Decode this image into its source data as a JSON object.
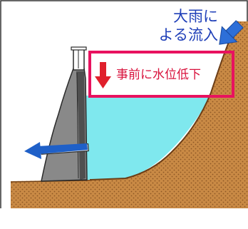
{
  "labels": {
    "inflow_line1": "大雨に",
    "inflow_line2": "よる流入",
    "drawdown": "事前に水位低下"
  },
  "colors": {
    "water": "#7fe8ee",
    "dam_body": "#898989",
    "dam_dark": "#4f4f4f",
    "dam_outline": "#2a2a2a",
    "ground": "#c98a45",
    "ground_edge": "#6b3d16",
    "box_border": "#e8125f",
    "drawdown_arrow": "#e0202c",
    "inflow_arrow": "#2d6fd8",
    "outflow_arrow": "#1f60c8",
    "frame": "#333333",
    "label_inflow": "#1f3fb8",
    "label_drawdown": "#d8123c"
  },
  "icons": {
    "inflow": "down-left-arrow-icon",
    "drawdown": "down-arrow-icon",
    "outflow": "left-arrow-icon"
  }
}
